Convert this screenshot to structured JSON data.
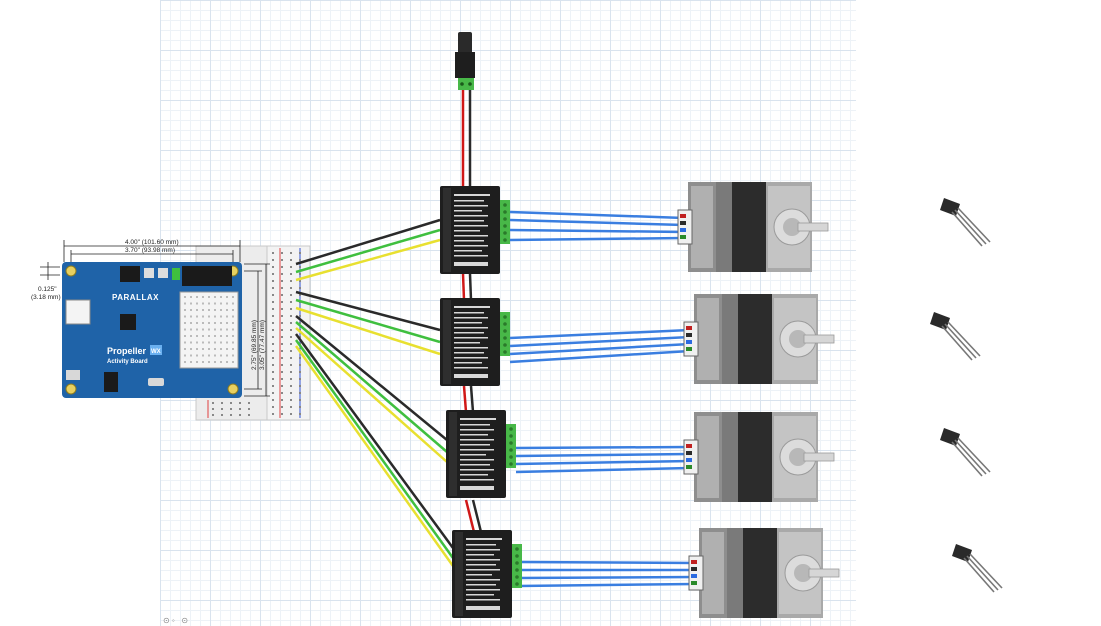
{
  "board": {
    "brand": "PARALLAX",
    "name_line1": "Propeller",
    "name_line2": "Activity Board",
    "badge": "WX",
    "dim_width_outer": "4.00\" (101.60 mm)",
    "dim_width_inner": "3.70\" (93.98 mm)",
    "dim_hole_in": "0.125\"",
    "dim_hole_mm": "(3.18 mm)",
    "dim_height_inner": "2.75\" (69.85 mm)",
    "dim_height_outer": "3.05\" (77.47 mm)"
  },
  "colors": {
    "board_blue": "#1f63a8",
    "wire_black": "#2a2a2a",
    "wire_green": "#3fbf3f",
    "wire_yellow": "#e8e030",
    "wire_red": "#d01818",
    "motor_wire_blue": "#3a7ee0",
    "driver_body": "#1e1e1e",
    "terminal_green": "#48b848",
    "motor_gray": "#9a9a9a"
  },
  "components": {
    "power_jack": "dc-power-jack",
    "drivers": [
      "stepper-driver-1",
      "stepper-driver-2",
      "stepper-driver-3",
      "stepper-driver-4"
    ],
    "motors": [
      "stepper-motor-1",
      "stepper-motor-2",
      "stepper-motor-3",
      "stepper-motor-4"
    ],
    "sensors": [
      "hall-sensor-1",
      "hall-sensor-2",
      "hall-sensor-3",
      "hall-sensor-4"
    ]
  }
}
